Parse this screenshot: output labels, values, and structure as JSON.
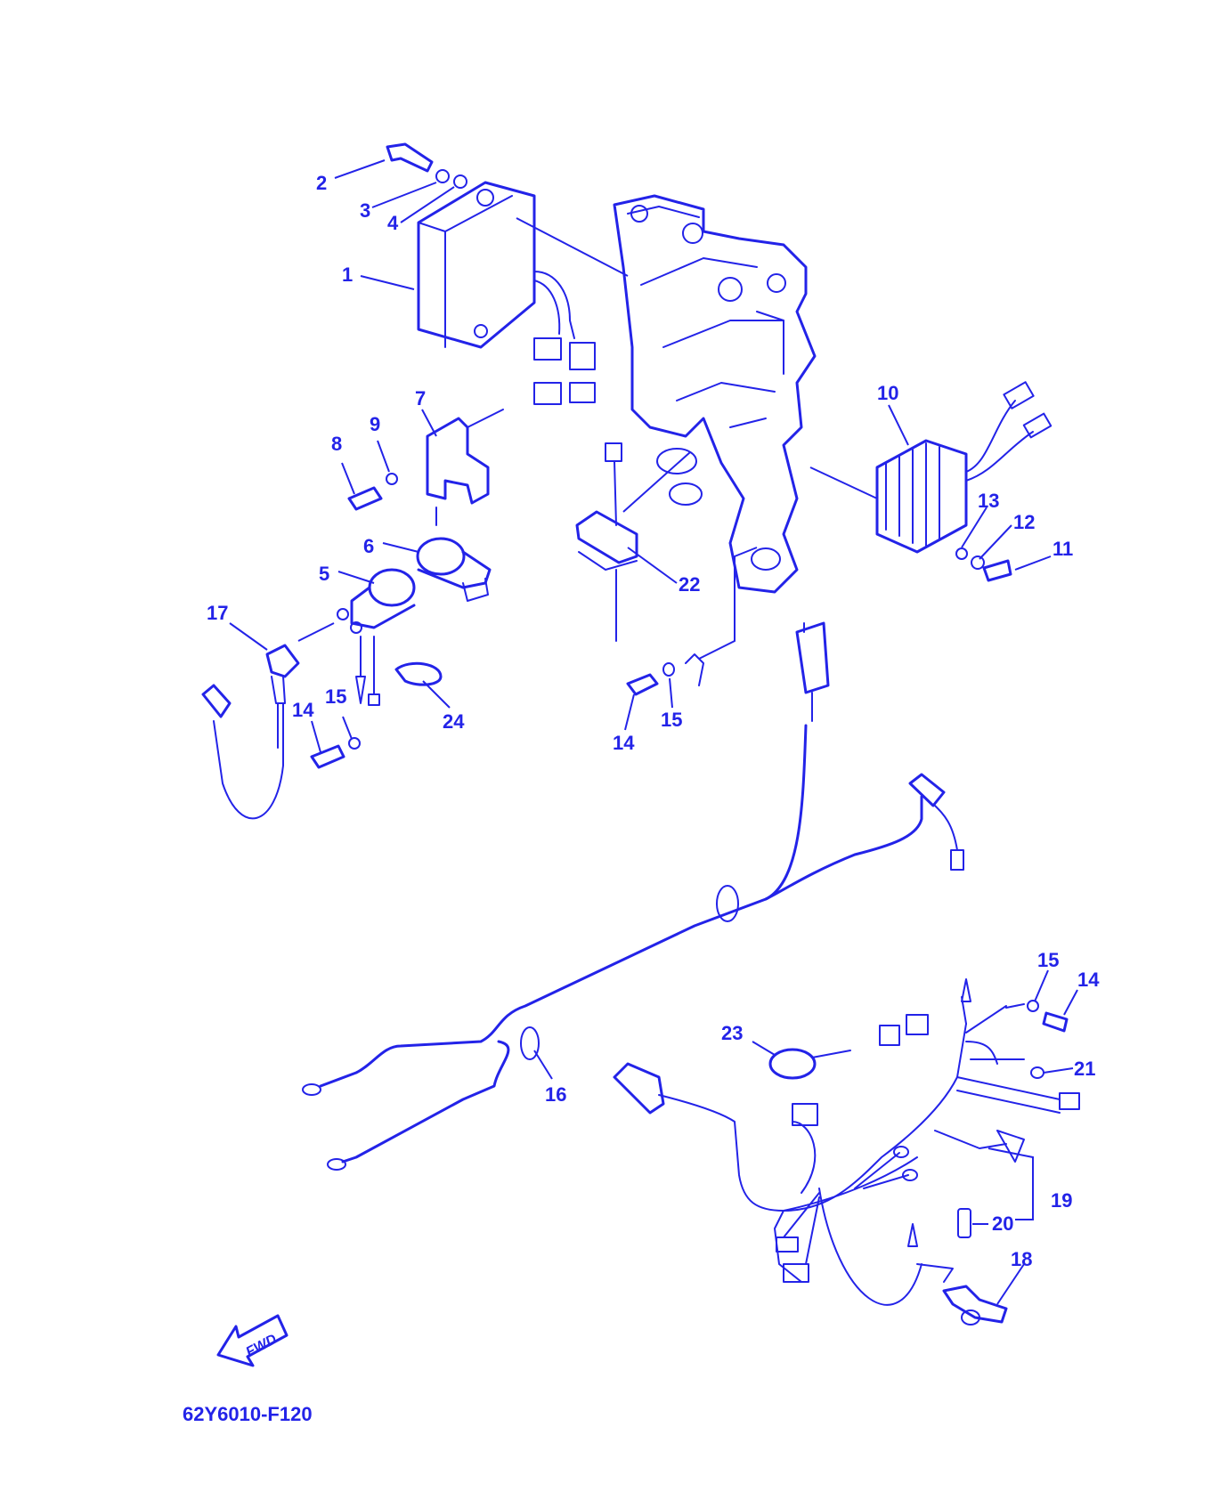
{
  "diagram": {
    "drawing_code": "62Y6010-F120",
    "fwd_label": "FWD",
    "ink_color": "#2323e8",
    "background": "#ffffff",
    "callouts": [
      "1",
      "2",
      "3",
      "4",
      "5",
      "6",
      "7",
      "8",
      "9",
      "10",
      "11",
      "12",
      "13",
      "14",
      "15",
      "16",
      "17",
      "18",
      "19",
      "20",
      "21",
      "22",
      "23",
      "24"
    ],
    "callouts_repeat": {
      "14b": "14",
      "15b": "15",
      "14c": "14",
      "15c": "15"
    }
  }
}
